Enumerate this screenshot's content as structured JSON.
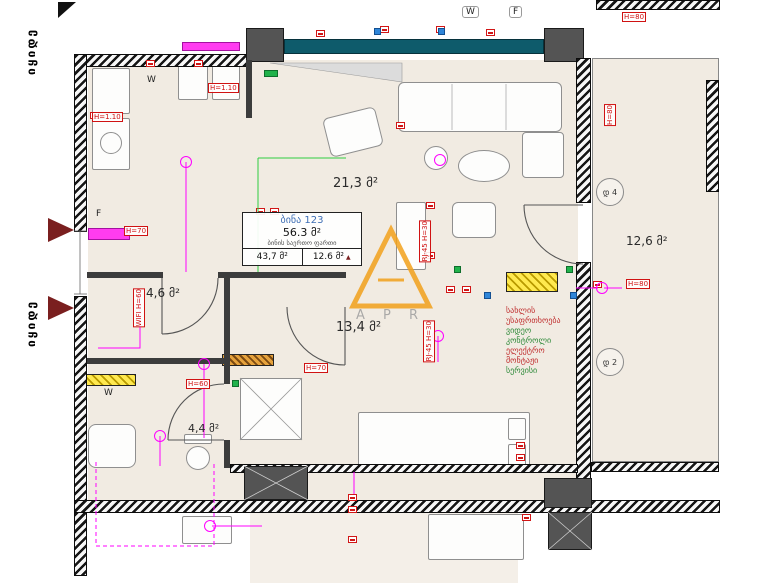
{
  "side_labels": {
    "top": "იყიდე",
    "bottom": "იყიდე"
  },
  "rooms": {
    "living": "21,3 მ²",
    "hall": "4,6 მ²",
    "corridor": "13,4 მ²",
    "bath": "4,4 მ²",
    "balcony": "12,6 მ²"
  },
  "info_box": {
    "apartment": "ბინა 123",
    "total_area": "56.3 მ²",
    "caption": "ბინის საერთო ფართი",
    "area_left": "43,7 მ²",
    "area_right": "12.6 მ²"
  },
  "markers": {
    "h110_a": "H=1.10",
    "h110_b": "H=1.10",
    "h70_a": "H=70",
    "h70_b": "H=70",
    "h60_a": "H=60",
    "h80_top": "H=80",
    "h80_right": "H=80",
    "h80_mid": "H=80",
    "wifi": "WIFI H=60",
    "rj45_a": "RJ-45 H=30",
    "rj45_b": "RJ-45 H=30"
  },
  "tags": {
    "w_balcony": "W",
    "f_balcony": "F",
    "w_kitchen": "W",
    "f_hall": "F",
    "w_bath": "W"
  },
  "door_circles": {
    "d4": "დ 4",
    "d2": "დ 2"
  },
  "watermark": {
    "letters": "A P R"
  },
  "promo_lines": {
    "l1": "სახლის",
    "l2": "უსაფრთხოება",
    "l3": "ვიდეო",
    "l4": "კონტროლი",
    "l5": "ელექტრო",
    "l6": "მონტაჟი",
    "l7": "სერვისი"
  },
  "icons": {
    "triangle": "▲"
  },
  "colors": {
    "floor_beige": "#f1ebe2",
    "glass_teal": "#0e5b6b",
    "wiring_magenta": "#ff00ff",
    "marker_red": "#d01212",
    "switch_green": "#21b24b",
    "socket_blue": "#2f86d9",
    "logo_orange": "#f2a11b",
    "shaft_yellow": "#ffe94f",
    "section_dark_red": "#7a1f1f"
  }
}
